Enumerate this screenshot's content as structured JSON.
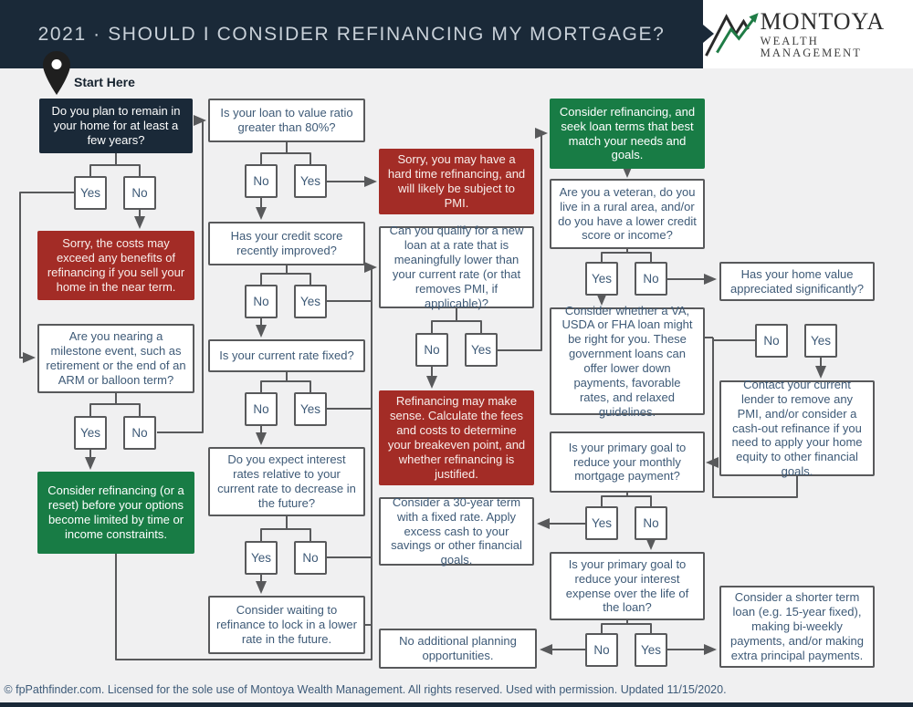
{
  "header": {
    "title": "2021 · SHOULD I CONSIDER REFINANCING MY MORTGAGE?",
    "logo_name": "MONTOYA",
    "logo_subtitle": "WEALTH MANAGEMENT"
  },
  "start_label": "Start Here",
  "labels": {
    "yes": "Yes",
    "no": "No"
  },
  "nodes": {
    "remain_home": "Do you plan to remain in your home for at least a few years?",
    "sorry_sell": "Sorry, the costs may exceed any benefits of refinancing if you sell your home in the near term.",
    "milestone": "Are you nearing a milestone event, such as retirement or the end of an ARM or balloon term?",
    "consider_reset": "Consider refinancing (or a reset) before your options become limited by time or income constraints.",
    "ltv": "Is your loan to value ratio greater than 80%?",
    "credit_score": "Has your credit score recently improved?",
    "rate_fixed": "Is your current rate fixed?",
    "rates_decrease": "Do you expect interest rates relative to your current rate to decrease in the future?",
    "wait_refi": "Consider waiting to refinance to lock in a lower rate in the future.",
    "hard_time": "Sorry, you may have a hard time refinancing, and will likely be subject to PMI.",
    "qualify": "Can you qualify for a new loan at a rate that is meaningfully lower than your current rate (or that removes PMI, if applicable)?",
    "makes_sense": "Refinancing may make sense. Calculate the fees and costs to determine your breakeven point, and whether refinancing is justified.",
    "thirty_year": "Consider a 30-year term with a fixed rate. Apply excess cash to your savings or other financial goals.",
    "no_planning": "No additional planning opportunities.",
    "consider_refi": "Consider refinancing, and seek loan terms that best match your needs and goals.",
    "veteran": "Are you a veteran, do you live in a rural area, and/or do you have a lower credit score or income?",
    "va_loan": "Consider whether a VA, USDA or FHA loan might be right for you. These government loans can offer lower down payments, favorable rates, and relaxed guidelines.",
    "monthly_goal": "Is your primary goal to reduce your monthly mortgage payment?",
    "interest_goal": "Is your primary goal to reduce your interest expense over the life of the loan?",
    "home_value": "Has your home value appreciated significantly?",
    "contact_lender": "Contact your current lender to remove any PMI, and/or consider a cash-out refinance if you need to apply your home equity to other financial goals.",
    "shorter_term": "Consider a shorter term loan (e.g. 15-year fixed), making bi-weekly payments, and/or making extra principal payments."
  },
  "footer": "© fpPathfinder.com. Licensed for the sole use of Montoya Wealth Management. All rights reserved. Used with permission. Updated 11/15/2020.",
  "colors": {
    "navy": "#1a2938",
    "red": "#a32c26",
    "green": "#187c45",
    "line": "#58595b",
    "box_text": "#3e5a77"
  }
}
